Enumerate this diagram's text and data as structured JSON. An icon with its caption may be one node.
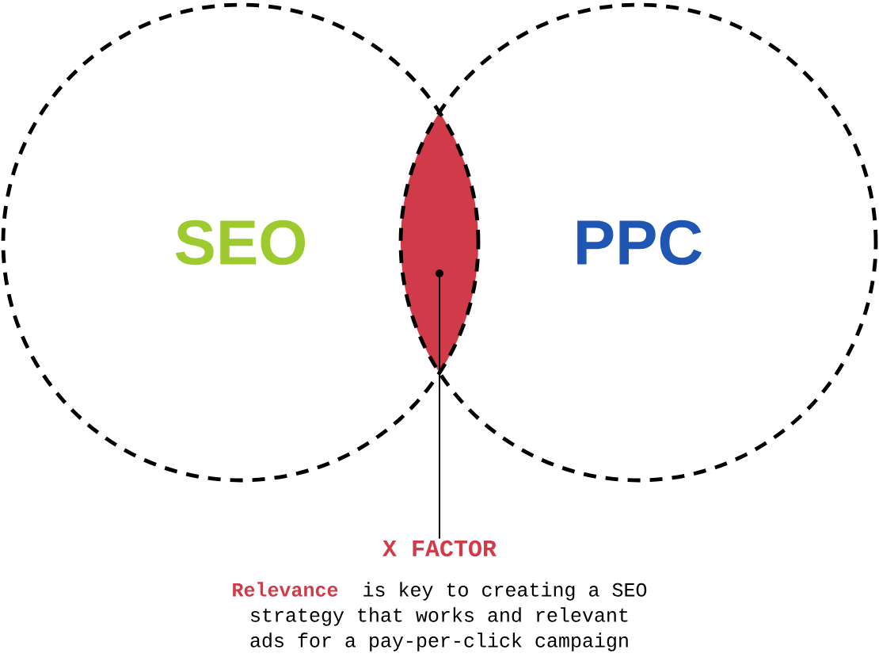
{
  "diagram": {
    "nodes": [
      {
        "text": [
          "SEO"
        ]
      },
      {
        "text": [
          "PPC"
        ]
      },
      {
        "text": [],
        "shape": "lens"
      },
      {
        "text": [
          "X FACTOR"
        ]
      }
    ],
    "edges": [
      {
        "from": 3,
        "to": 2,
        "arrow": "to"
      }
    ],
    "labels": [
      "Relevance",
      "is key to creating a SEO strategy that works and relevant ads for a pay-per-click campaign"
    ]
  }
}
